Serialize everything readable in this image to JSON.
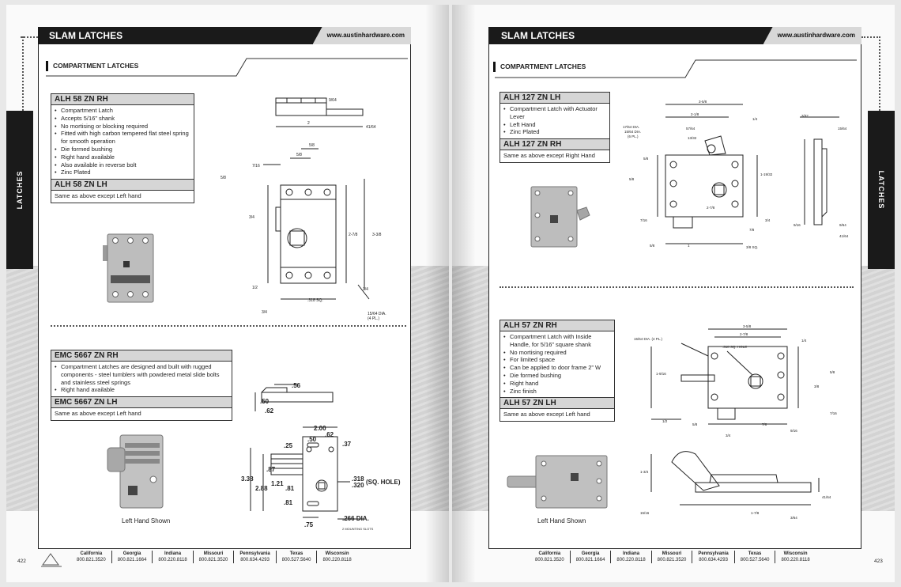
{
  "pages": {
    "left": {
      "title": "SLAM LATCHES",
      "url": "www.austinhardware.com",
      "side_tab": "LATCHES",
      "section": "COMPARTMENT LATCHES",
      "page_number": "422",
      "products": {
        "alh58": {
          "header": "ALH 58 ZN RH",
          "bullets": [
            "Compartment Latch",
            "Accepts 5/16” shank",
            "No mortising or blocking required",
            "Fitted with high carbon tempered flat steel spring for smooth operation",
            "Die formed bushing",
            "Right hand available",
            "Also available in reverse bolt",
            "Zinc Plated"
          ],
          "variant_header": "ALH 58 ZN LH",
          "variant_text": "Same as above except Left hand",
          "dims": {
            "d1": "9/64",
            "d2": "41/64",
            "d3": "2",
            "d4": "5/8",
            "d5": "5/8",
            "d6": "7/16",
            "d7": "5/8",
            "d8": "3/4",
            "d9": "2-7/8",
            "d10": "3-3/8",
            "d11": "1/2",
            "d12": "1/4",
            "d13": "3/4",
            "d14": ".318 SQ.",
            "d15": "15/64 DIA.",
            "d16": "(4 PL.)"
          }
        },
        "emc5667": {
          "header": "EMC 5667 ZN RH",
          "bullets": [
            "Compartment Latches are designed and built with rugged components - steel tumblers with powdered metal slide bolts and stainless steel springs",
            "Right hand available"
          ],
          "variant_header": "EMC 5667 ZN LH",
          "variant_text": "Same as above except Left hand",
          "caption": "Left Hand Shown",
          "dims": {
            "d1": ".56",
            "d2": ".50",
            "d3": ".62",
            "d4": "2.00",
            "d5": ".62",
            "d6": ".50",
            "d7": ".25",
            "d8": ".37",
            "d9": ".87",
            "d10": "3.38",
            "d11": "2.88",
            "d12": "1.21",
            "d13": ".81",
            "d14": ".81",
            "d15": ".318",
            "d16": ".320",
            "d17": "(SQ. HOLE)",
            "d18": ".266 DIA.",
            "d19": ".75",
            "d20": "2 MOUNTING SLOTS"
          }
        }
      },
      "footer": [
        {
          "state": "California",
          "phone": "800.821.3520"
        },
        {
          "state": "Georgia",
          "phone": "800.821.1664"
        },
        {
          "state": "Indiana",
          "phone": "800.220.8118"
        },
        {
          "state": "Missouri",
          "phone": "800.821.3520"
        },
        {
          "state": "Pennsylvania",
          "phone": "800.634.4293"
        },
        {
          "state": "Texas",
          "phone": "800.527.5640"
        },
        {
          "state": "Wisconsin",
          "phone": "800.220.8118"
        }
      ]
    },
    "right": {
      "title": "SLAM LATCHES",
      "url": "www.austinhardware.com",
      "side_tab": "LATCHES",
      "section": "COMPARTMENT LATCHES",
      "page_number": "423",
      "products": {
        "alh127": {
          "header": "ALH 127 ZN LH",
          "bullets": [
            "Compartment Latch with Actuator Lever",
            "Left Hand",
            "Zinc Plated"
          ],
          "variant_header": "ALH 127 ZN RH",
          "variant_text": "Same as above except Right Hand",
          "dims": {
            "d1": "3-5/8",
            "d2": "2-1/8",
            "d3": "1/4",
            "d4": "17/64 DIA.",
            "d5": "15/64 DIA.",
            "d6": "(6 PL.)",
            "d7": "57/64",
            "d8": "13/32",
            "d9": "5/8",
            "d10": "5/8",
            "d11": "7/16",
            "d12": "1-19/32",
            "d13": "2-7/8",
            "d14": "7/8",
            "d15": "3/4",
            "d16": "3/8 SQ.",
            "d17": "5/8",
            "d18": "1",
            "d19": "3/32",
            "d20": "15/64",
            "d21": "9/64",
            "d22": "41/64",
            "d23": "9/16"
          }
        },
        "alh57": {
          "header": "ALH 57 ZN RH",
          "bullets": [
            "Compartment Latch with Inside Handle, for 5/16” square shank",
            "No mortising required",
            "For limited space",
            "Can be applied to door frame 2” W",
            "Die formed bushing",
            "Right hand",
            "Zinc finish"
          ],
          "variant_header": "ALH 57 ZN LH",
          "variant_text": "Same as above except Left hand",
          "caption": "Left Hand Shown",
          "dims": {
            "d1": "3-5/8",
            "d2": "2-7/8",
            "d3": "1/4",
            "d4": "15/64 DIA. (4 PL.)",
            "d5": ".318 SQ. HOLE",
            "d6": "1-9/16",
            "d7": "5/8",
            "d8": "3/8",
            "d9": "7/16",
            "d10": "1/2",
            "d11": "5/8",
            "d12": "3/4",
            "d13": "7/8",
            "d14": "9/16",
            "d15": "1-3/4",
            "d16": "1-7/8",
            "d17": "41/64",
            "d18": "15/16",
            "d19": "3/64"
          }
        }
      },
      "footer": [
        {
          "state": "California",
          "phone": "800.821.3520"
        },
        {
          "state": "Georgia",
          "phone": "800.821.1664"
        },
        {
          "state": "Indiana",
          "phone": "800.220.8118"
        },
        {
          "state": "Missouri",
          "phone": "800.821.3520"
        },
        {
          "state": "Pennsylvania",
          "phone": "800.634.4293"
        },
        {
          "state": "Texas",
          "phone": "800.527.5640"
        },
        {
          "state": "Wisconsin",
          "phone": "800.220.8118"
        }
      ]
    }
  },
  "colors": {
    "bar": "#1a1a1a",
    "header_gray": "#d6d6d6",
    "metal": "#b8b8b8"
  }
}
